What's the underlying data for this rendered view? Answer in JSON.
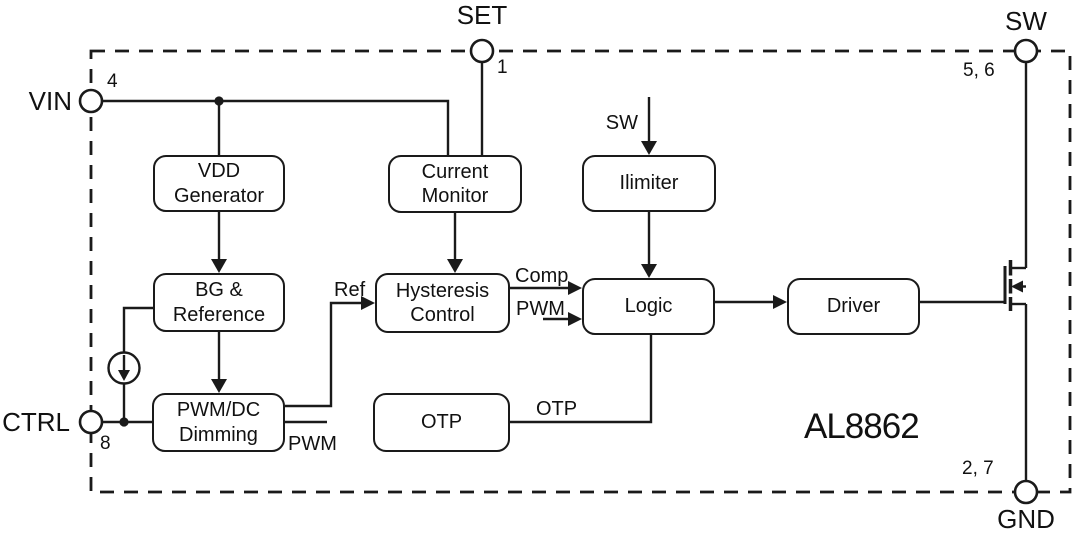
{
  "diagram": {
    "part_number": "AL8862",
    "pins": {
      "vin": {
        "label": "VIN",
        "number": "4"
      },
      "set": {
        "label": "SET",
        "number": "1"
      },
      "sw": {
        "label": "SW",
        "number": "5, 6"
      },
      "gnd": {
        "label": "GND",
        "number": "2, 7"
      },
      "ctrl": {
        "label": "CTRL",
        "number": "8"
      }
    },
    "blocks": {
      "vdd_generator": "VDD\nGenerator",
      "current_monitor": "Current\nMonitor",
      "ilimiter": "Ilimiter",
      "bg_reference": "BG &\nReference",
      "hysteresis_control": "Hysteresis\nControl",
      "logic": "Logic",
      "driver": "Driver",
      "pwm_dc_dimming": "PWM/DC\nDimming",
      "otp": "OTP"
    },
    "signals": {
      "sw_internal": "SW",
      "ref": "Ref",
      "comp": "Comp",
      "pwm_to_logic": "PWM",
      "pwm_from_dimming": "PWM",
      "otp_signal": "OTP"
    },
    "colors": {
      "line": "#1a1a1a",
      "background": "#ffffff"
    }
  }
}
